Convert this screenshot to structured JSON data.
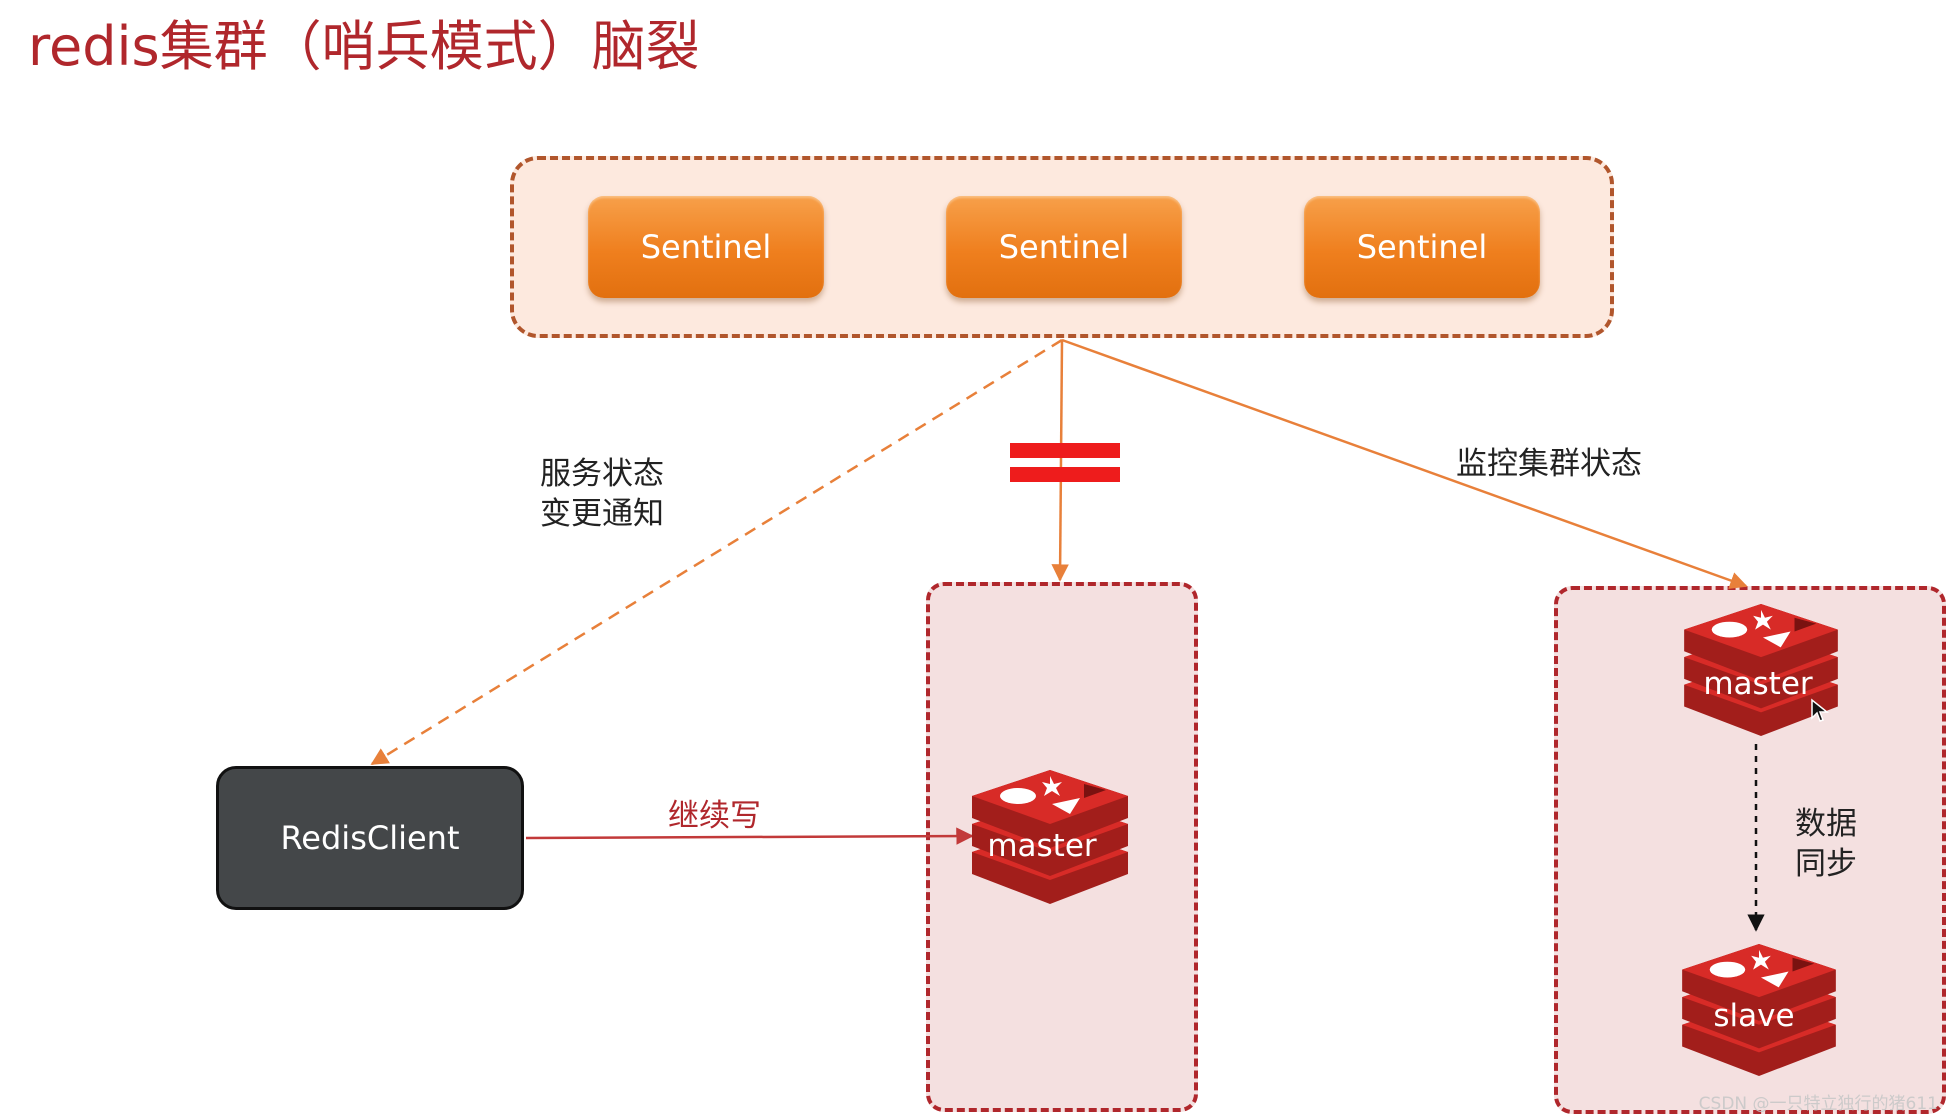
{
  "title": "redis集群（哨兵模式）脑裂",
  "sentinels": [
    {
      "label": "Sentinel"
    },
    {
      "label": "Sentinel"
    },
    {
      "label": "Sentinel"
    }
  ],
  "labels": {
    "notify_line1": "服务状态",
    "notify_line2": "变更通知",
    "monitor": "监控集群状态",
    "continue_write": "继续写",
    "sync_line1": "数据",
    "sync_line2": "同步"
  },
  "client": {
    "label": "RedisClient"
  },
  "nodes": {
    "old_master": "master",
    "new_master": "master",
    "slave": "slave"
  },
  "watermark": "CSDN @一只特立独行的猪611",
  "colors": {
    "title": "#b0272c",
    "sentinel": "#ef7f1e",
    "redis": "#d42a26",
    "node_box_border": "#b0272c",
    "arrow": "#e8803a"
  }
}
